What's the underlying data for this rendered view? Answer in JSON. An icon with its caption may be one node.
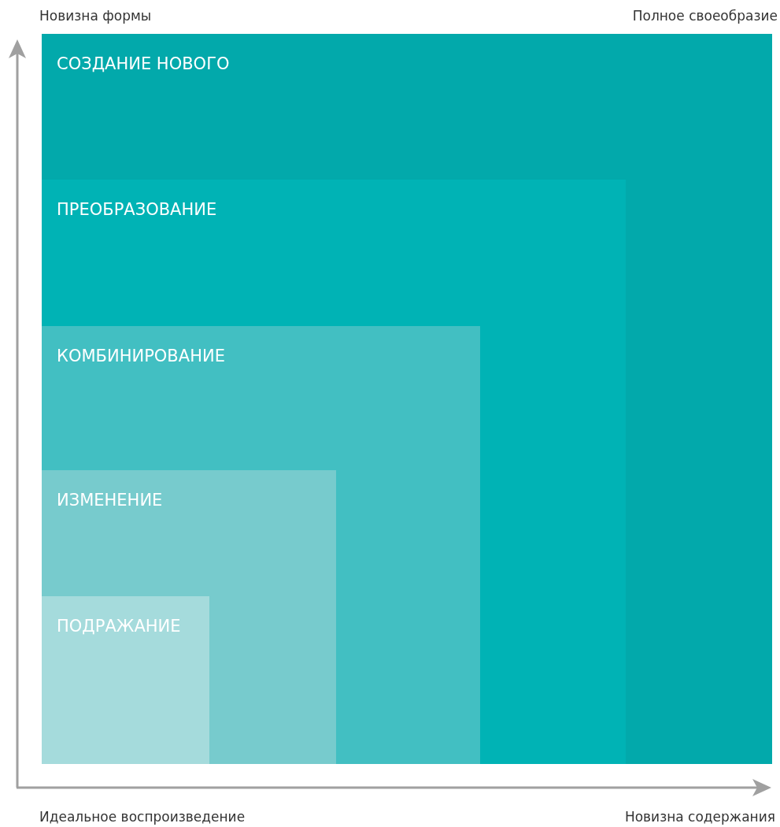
{
  "diagram": {
    "nodes": [
      {
        "text": [
          "СОЗДАНИЕ НОВОГО"
        ]
      },
      {
        "text": [
          "ПРЕОБРАЗОВАНИЕ"
        ],
        "in": 0
      },
      {
        "text": [
          "КОМБИНИРОВАНИЕ"
        ],
        "in": 1
      },
      {
        "text": [
          "ИЗМЕНЕНИЕ"
        ],
        "in": 2
      },
      {
        "text": [
          "ПОДРАЖАНИЕ"
        ],
        "in": 3
      }
    ],
    "edges": [],
    "labels": [
      "Новизна формы",
      "Полное своеобразие",
      "Идеальное воспроизведение",
      "Новизна содержания"
    ]
  }
}
